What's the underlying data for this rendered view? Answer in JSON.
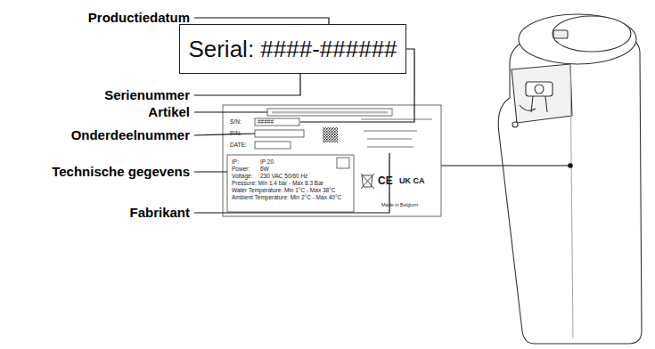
{
  "diagram": {
    "nodes": [
      {
        "text": [
          "Serial: ####-######"
        ]
      }
    ],
    "labels": [
      "Productiedatum",
      "Serienummer",
      "Artikel",
      "Onderdeelnummer",
      "Technische gegevens",
      "Fabrikant",
      "S/N:",
      "#####",
      "P/N:",
      "DATE:",
      "IP:",
      "IP 20",
      "Power:",
      "6W",
      "Voltage:",
      "230 VAC 50/60 Hz",
      "Pressure: Min 1.4 bar - Max 8.3 Bar",
      "Water Temperature: Min 1°C - Max 38°C",
      "Ambient Temperature: Min 2°C - Max 40°C",
      "CE",
      "UK CA",
      "Made in Belgium"
    ]
  }
}
